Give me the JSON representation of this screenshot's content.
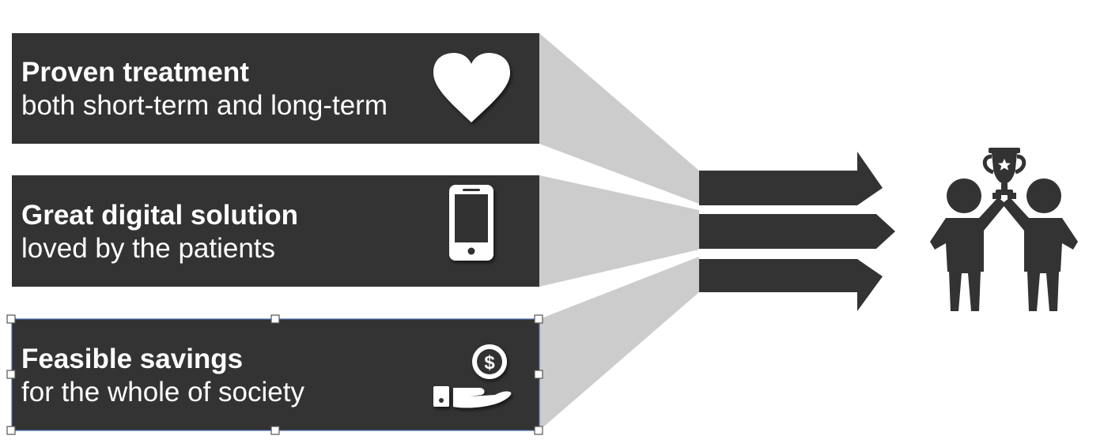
{
  "boxes": [
    {
      "title": "Proven treatment",
      "subtitle": "both short-term and long-term",
      "icon": "heart-icon"
    },
    {
      "title": "Great digital solution",
      "subtitle": "loved by the patients",
      "icon": "smartphone-icon"
    },
    {
      "title": "Feasible savings",
      "subtitle": "for the whole of society",
      "icon": "dollar-hand-icon"
    }
  ],
  "selected_box_index": 2,
  "result_icon": "high-five-trophy-icon",
  "colors": {
    "box_fill": "#333333",
    "funnel_fill": "#cccccc",
    "arrow_fill": "#333333",
    "text": "#ffffff",
    "selection_border": "#4a6fb5"
  }
}
